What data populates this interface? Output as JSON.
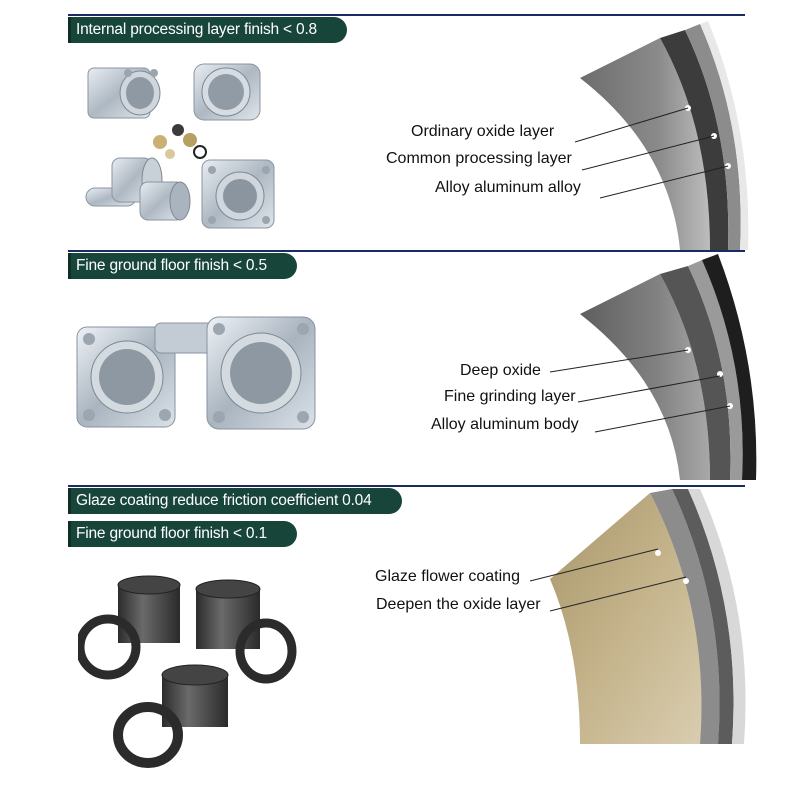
{
  "sections": [
    {
      "tags": [
        "Internal processing layer finish < 0.8"
      ],
      "labels": [
        "Ordinary oxide layer",
        "Common processing layer",
        "Alloy aluminum alloy"
      ]
    },
    {
      "tags": [
        "Fine ground floor finish < 0.5"
      ],
      "labels": [
        "Deep oxide",
        "Fine grinding layer",
        "Alloy aluminum body"
      ]
    },
    {
      "tags": [
        "Glaze coating reduce friction coefficient 0.04",
        "Fine ground floor finish < 0.1"
      ],
      "labels": [
        "Glaze flower coating",
        "Deepen the oxide layer"
      ]
    }
  ],
  "colors": {
    "rule": "#1b2a63",
    "tag_bg": "#17453a",
    "aluminum": "#b8c2cc",
    "oxide_dark": "#2a2a2a",
    "glaze": "#b8a57a",
    "bushing": "#3a3a3a"
  }
}
